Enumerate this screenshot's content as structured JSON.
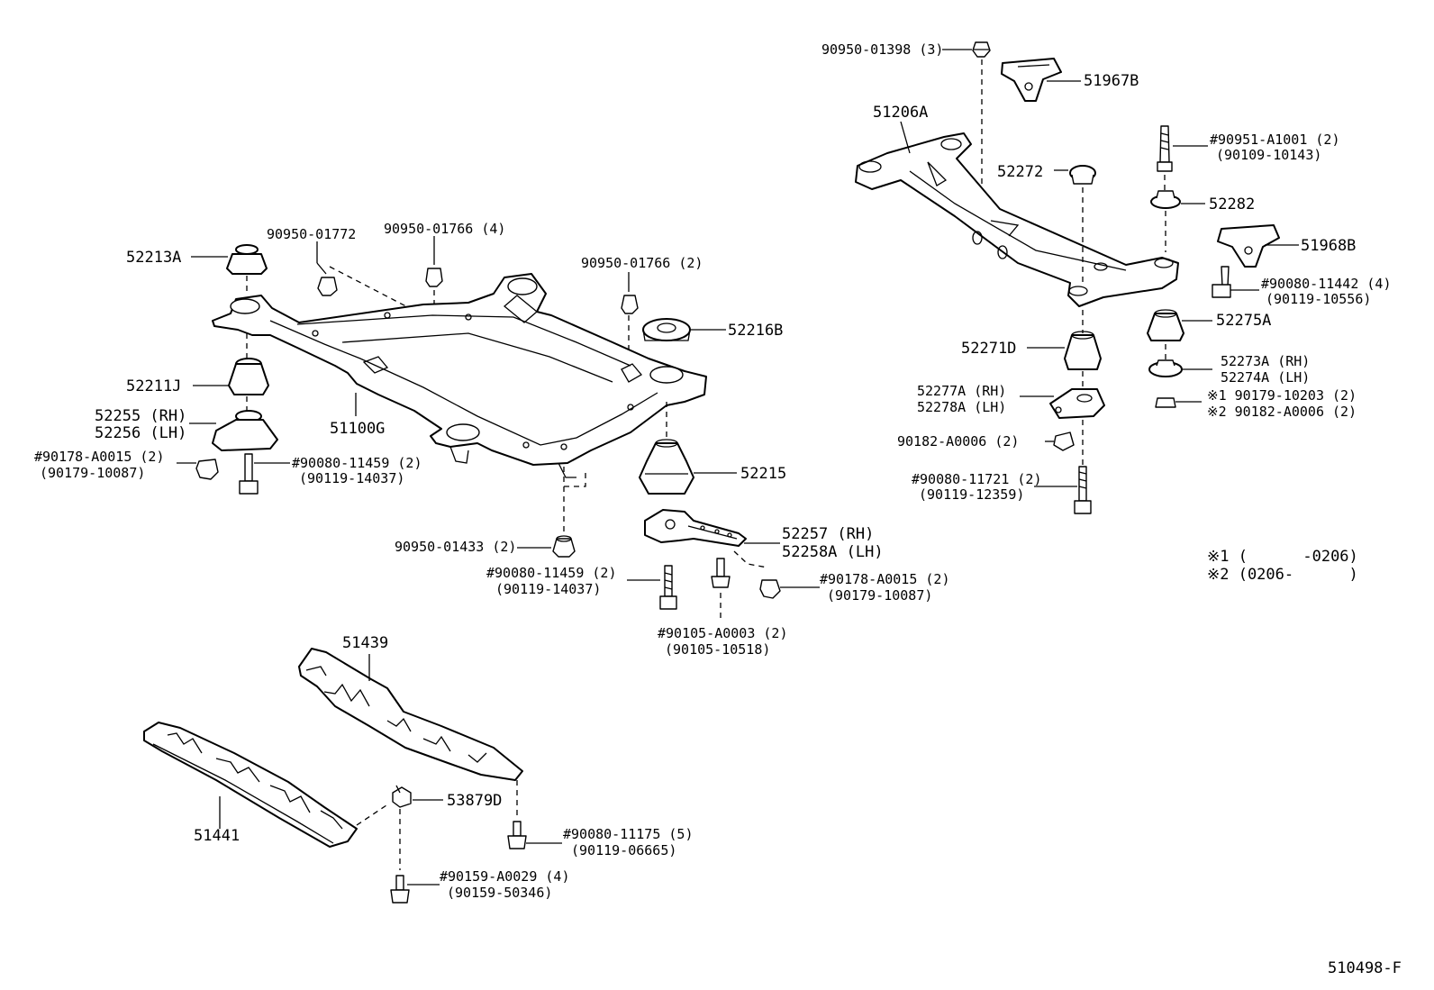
{
  "diagram_id": "510498-F",
  "callouts": {
    "p90950_01398": "90950-01398 (3)",
    "p51967b": "51967B",
    "p51206a": "51206A",
    "p90951": "#90951-A1001 (2)",
    "p90109": "(90109-10143)",
    "p52272": "52272",
    "p52282": "52282",
    "p51968b": "51968B",
    "p90080_11442": "#90080-11442 (4)",
    "p90119_10556": "(90119-10556)",
    "p52275a": "52275A",
    "p52271d": "52271D",
    "p52273a": "52273A (RH)",
    "p52274a": "52274A (LH)",
    "p52277a": "52277A (RH)",
    "p52278a": "52278A (LH)",
    "p90179_10203": "※1 90179-10203 (2)",
    "p90182_a0006_r": "※2 90182-A0006 (2)",
    "p90182_a0006": "90182-A0006 (2)",
    "p90080_11721": "#90080-11721 (2)",
    "p90119_12359": "(90119-12359)",
    "p90950_01772": "90950-01772",
    "p90950_01766_4": "90950-01766 (4)",
    "p90950_01766_2": "90950-01766 (2)",
    "p52213a": "52213A",
    "p52216b": "52216B",
    "p52211j": "52211J",
    "p52255": "52255 (RH)",
    "p52256": "52256 (LH)",
    "p51100g": "51100G",
    "p90178_l": "#90178-A0015 (2)",
    "p90179_10087_l": "(90179-10087)",
    "p90080_11459_l": "#90080-11459 (2)",
    "p90119_14037_l": "(90119-14037)",
    "p52215": "52215",
    "p90950_01433": "90950-01433 (2)",
    "p52257": "52257  (RH)",
    "p52258a": "52258A (LH)",
    "p90080_11459_c": "#90080-11459 (2)",
    "p90119_14037_c": "(90119-14037)",
    "p90178_r": "#90178-A0015 (2)",
    "p90179_10087_r": "(90179-10087)",
    "p90105_a0003": "#90105-A0003 (2)",
    "p90105_10518": "(90105-10518)",
    "p51439": "51439",
    "p53879d": "53879D",
    "p51441": "51441",
    "p90080_11175": "#90080-11175 (5)",
    "p90119_06665": "(90119-06665)",
    "p90159_a0029": "#90159-A0029 (4)",
    "p90159_50346": "(90159-50346)"
  },
  "notes": {
    "note1": "※1 (      -0206)",
    "note2": "※2 (0206-      )"
  }
}
